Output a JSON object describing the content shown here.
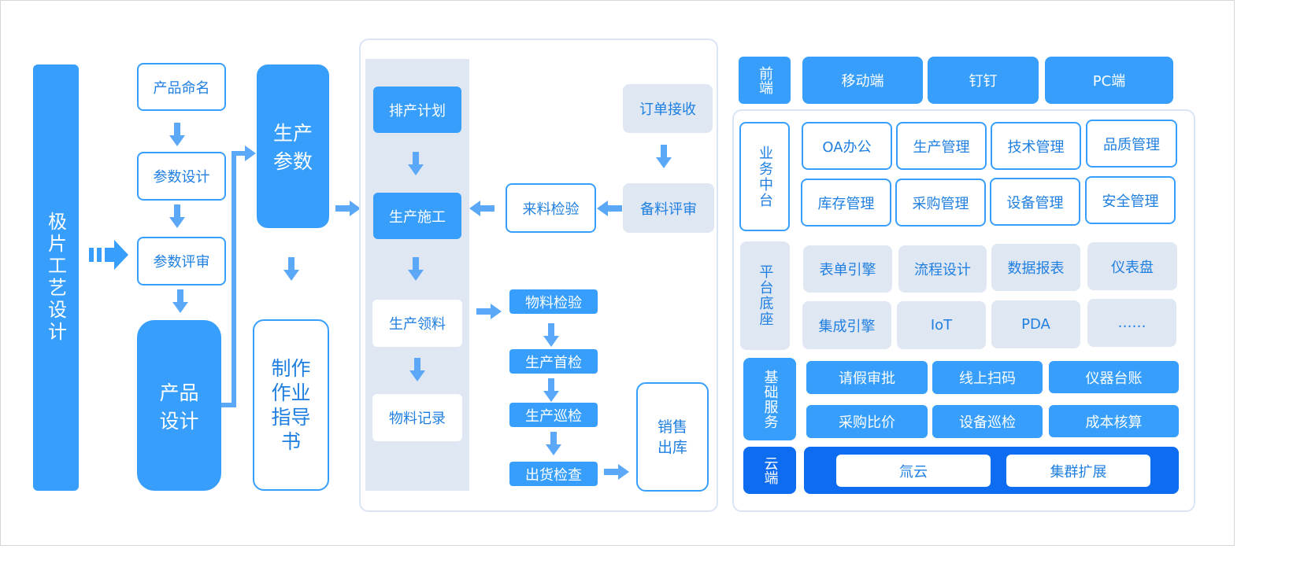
{
  "colors": {
    "primary": "#379ffb",
    "navy": "#0d6cf0",
    "gray": "#dfe7f3",
    "text_blue": "#1f7fe0",
    "arrow": "#5aa8f7"
  },
  "left": {
    "title": "极片工艺设计",
    "steps": [
      "产品命名",
      "参数设计",
      "参数评审"
    ],
    "product_design": [
      "产品",
      "设计"
    ],
    "production_params": [
      "生产",
      "参数"
    ],
    "instruction_book": [
      "制作",
      "作业",
      "指导",
      "书"
    ]
  },
  "middle": {
    "plan": "排产计划",
    "construct": "生产施工",
    "material_pick": "生产领料",
    "material_record": "物料记录",
    "order_receive": "订单接收",
    "prep_review": "备料评审",
    "incoming_check": "来料检验",
    "material_check": "物料检验",
    "first_check": "生产首检",
    "patrol_check": "生产巡检",
    "ship_check": "出货检查",
    "sales_out": [
      "销售",
      "出库"
    ]
  },
  "right": {
    "frontend": {
      "label": "前端",
      "items": [
        "移动端",
        "钉钉",
        "PC端"
      ]
    },
    "business": {
      "label": "业务中台",
      "items": [
        "OA办公",
        "生产管理",
        "技术管理",
        "品质管理",
        "库存管理",
        "采购管理",
        "设备管理",
        "安全管理"
      ]
    },
    "platform": {
      "label": "平台底座",
      "items": [
        "表单引擎",
        "流程设计",
        "数据报表",
        "仪表盘",
        "集成引擎",
        "IoT",
        "PDA",
        "……"
      ]
    },
    "basic": {
      "label": "基础服务",
      "items": [
        "请假审批",
        "线上扫码",
        "仪器台账",
        "采购比价",
        "设备巡检",
        "成本核算"
      ]
    },
    "cloud": {
      "label": "云端",
      "items": [
        "氚云",
        "集群扩展"
      ]
    }
  }
}
